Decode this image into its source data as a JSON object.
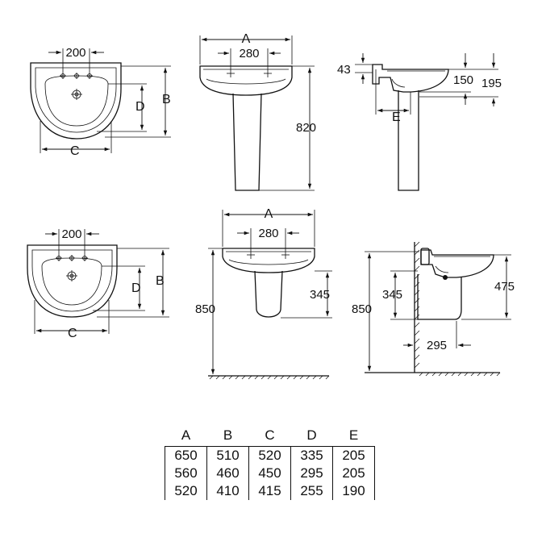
{
  "labels": {
    "A": "A",
    "B": "B",
    "C": "C",
    "D": "D",
    "E": "E",
    "tap_spacing": "200",
    "hole_spacing": "280",
    "pedestal_height": "820",
    "rim_thickness": "43",
    "depth_150": "150",
    "depth_195": "195",
    "install_height": "850",
    "semi_pedestal_height": "345",
    "wall_bracket_height": "475",
    "wall_offset": "295"
  },
  "table": {
    "headers": [
      "A",
      "B",
      "C",
      "D",
      "E"
    ],
    "rows": [
      [
        "650",
        "510",
        "520",
        "335",
        "205"
      ],
      [
        "560",
        "460",
        "450",
        "295",
        "205"
      ],
      [
        "520",
        "410",
        "415",
        "255",
        "190"
      ]
    ]
  }
}
